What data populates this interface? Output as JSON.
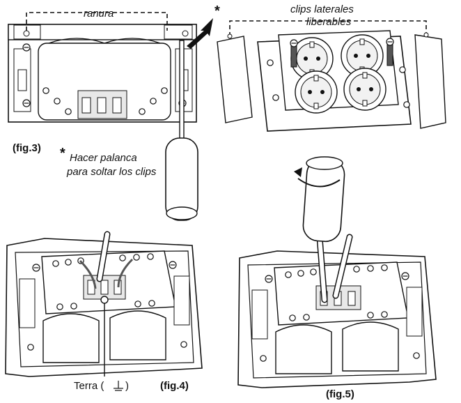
{
  "labels": {
    "ranura": "ranura",
    "clips_line1": "clips laterales",
    "clips_line2": "liberables",
    "asterisk": "*",
    "note_line1": "Hacer palanca",
    "note_line2": "para soltar los clips",
    "fig3": "(fig.3)",
    "fig4": "(fig.4)",
    "fig5": "(fig.5)",
    "terra": "Terra (",
    "terra_close": ")"
  },
  "colors": {
    "line": "#111111",
    "fill": "#ffffff",
    "shade": "#d8d8d8",
    "dark": "#555555"
  }
}
